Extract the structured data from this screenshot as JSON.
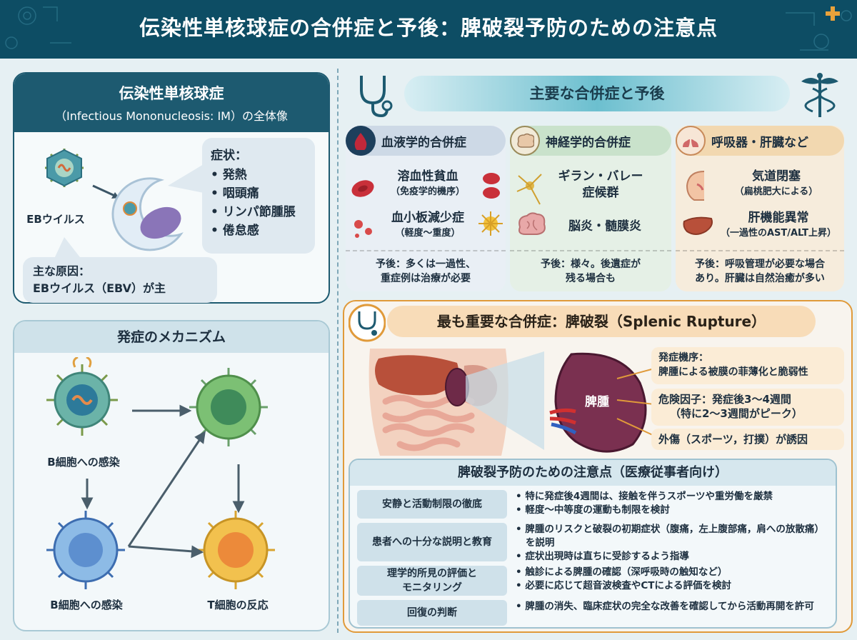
{
  "header": {
    "title": "伝染性単核球症の合併症と予後：脾破裂予防のための注意点"
  },
  "overview": {
    "title_line1": "伝染性単核球症",
    "title_line2": "（Infectious Mononucleosis: IM）の全体像",
    "virus_label": "EBウイルス",
    "symptoms_heading": "症状：",
    "symptoms": [
      "• 発熱",
      "• 咽頭痛",
      "• リンパ節腫脹",
      "• 倦怠感"
    ],
    "cause_line1": "主な原因：",
    "cause_line2": "EBウイルス（EBV）が主"
  },
  "mechanism": {
    "title": "発症のメカニズム",
    "label_top": "B細胞への感染",
    "label_bottom_left": "B細胞への感染",
    "label_bottom_right": "T細胞の反応"
  },
  "complications": {
    "title": "主要な合併症と予後",
    "hematologic": {
      "title": "血液学的合併症",
      "item1": "溶血性貧血",
      "item1_sub": "（免疫学的機序）",
      "item2": "血小板減少症",
      "item2_sub": "（軽度～重度）",
      "prognosis_line1": "予後：多くは一過性、",
      "prognosis_line2": "重症例は治療が必要"
    },
    "neurologic": {
      "title": "神経学的合併症",
      "item1_line1": "ギラン・バレー",
      "item1_line2": "症候群",
      "item2": "脳炎・髄膜炎",
      "prognosis_line1": "予後：様々。後遺症が",
      "prognosis_line2": "残る場合も"
    },
    "respiratory": {
      "title": "呼吸器・肝臓など",
      "item1": "気道閉塞",
      "item1_sub": "（扁桃肥大による）",
      "item2": "肝機能異常",
      "item2_sub": "（一過性のAST/ALT上昇）",
      "prognosis_line1": "予後：呼吸管理が必要な場合",
      "prognosis_line2": "あり。肝臓は自然治癒が多い"
    }
  },
  "splenic": {
    "title": "最も重要な合併症：脾破裂（Splenic Rupture）",
    "spleen_label": "脾腫",
    "note1_line1": "発症機序：",
    "note1_line2": "脾腫による被膜の菲薄化と脆弱性",
    "note2_line1": "危険因子：発症後3～4週間",
    "note2_line2": "（特に2～3週間がピーク）",
    "note3": "外傷（スポーツ，打撲）が誘因"
  },
  "prevention": {
    "title": "脾破裂予防のための注意点（医療従事者向け）",
    "rows": [
      {
        "key": "安静と活動制限の徹底",
        "items": [
          "• 特に発症後4週間は、接触を伴うスポーツや重労働を厳禁",
          "• 軽度～中等度の運動も制限を検討"
        ]
      },
      {
        "key": "患者への十分な説明と教育",
        "items": [
          "• 脾腫のリスクと破裂の初期症状（腹痛，左上腹部痛，肩への放散痛）を説明",
          "• 症状出現時は直ちに受診するよう指導"
        ]
      },
      {
        "key_line1": "理学的所見の評価と",
        "key_line2": "モニタリング",
        "items": [
          "• 触診による脾腫の確認（深呼吸時の触知など）",
          "• 必要に応じて超音波検査やCTによる評価を検討"
        ]
      },
      {
        "key": "回復の判断",
        "items": [
          "• 脾腫の消失、臨床症状の完全な改善を確認してから活動再開を許可"
        ]
      }
    ]
  },
  "colors": {
    "header": "#0d4d64",
    "accent_orange": "#e09a3a",
    "teal": "#1d5a70"
  }
}
